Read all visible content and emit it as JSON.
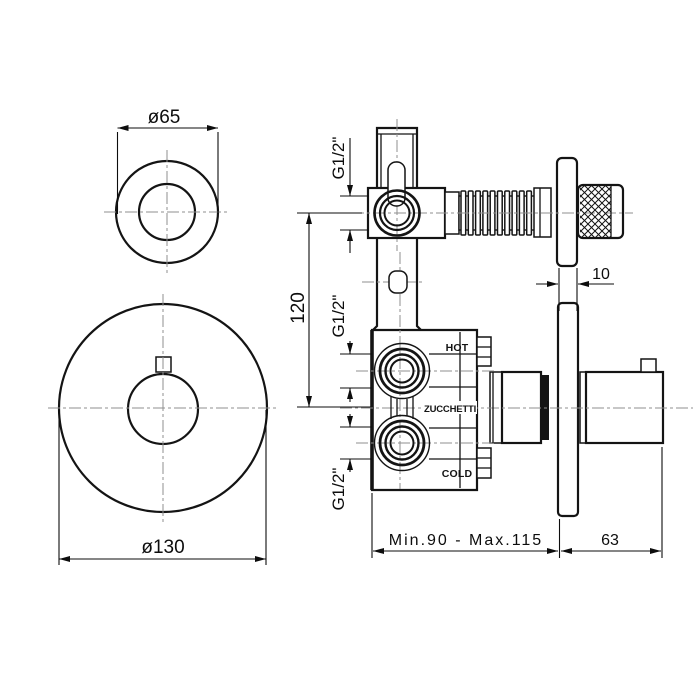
{
  "drawing": {
    "title": "thermostatic-mixer-technical-drawing",
    "colors": {
      "line": "#141414",
      "centerline": "#8f8f8f",
      "background": "#ffffff"
    },
    "labels": {
      "d65": "ø65",
      "d130": "ø130",
      "d120": "120",
      "g_top": "G1/2\"",
      "g_hot": "G1/2\"",
      "g_cold": "G1/2\"",
      "plate_thickness": "10",
      "depth_range": "Min.90 - Max.115",
      "handle_depth": "63",
      "hot": "HOT",
      "cold": "COLD",
      "brand": "ZUCCHETTI"
    }
  }
}
